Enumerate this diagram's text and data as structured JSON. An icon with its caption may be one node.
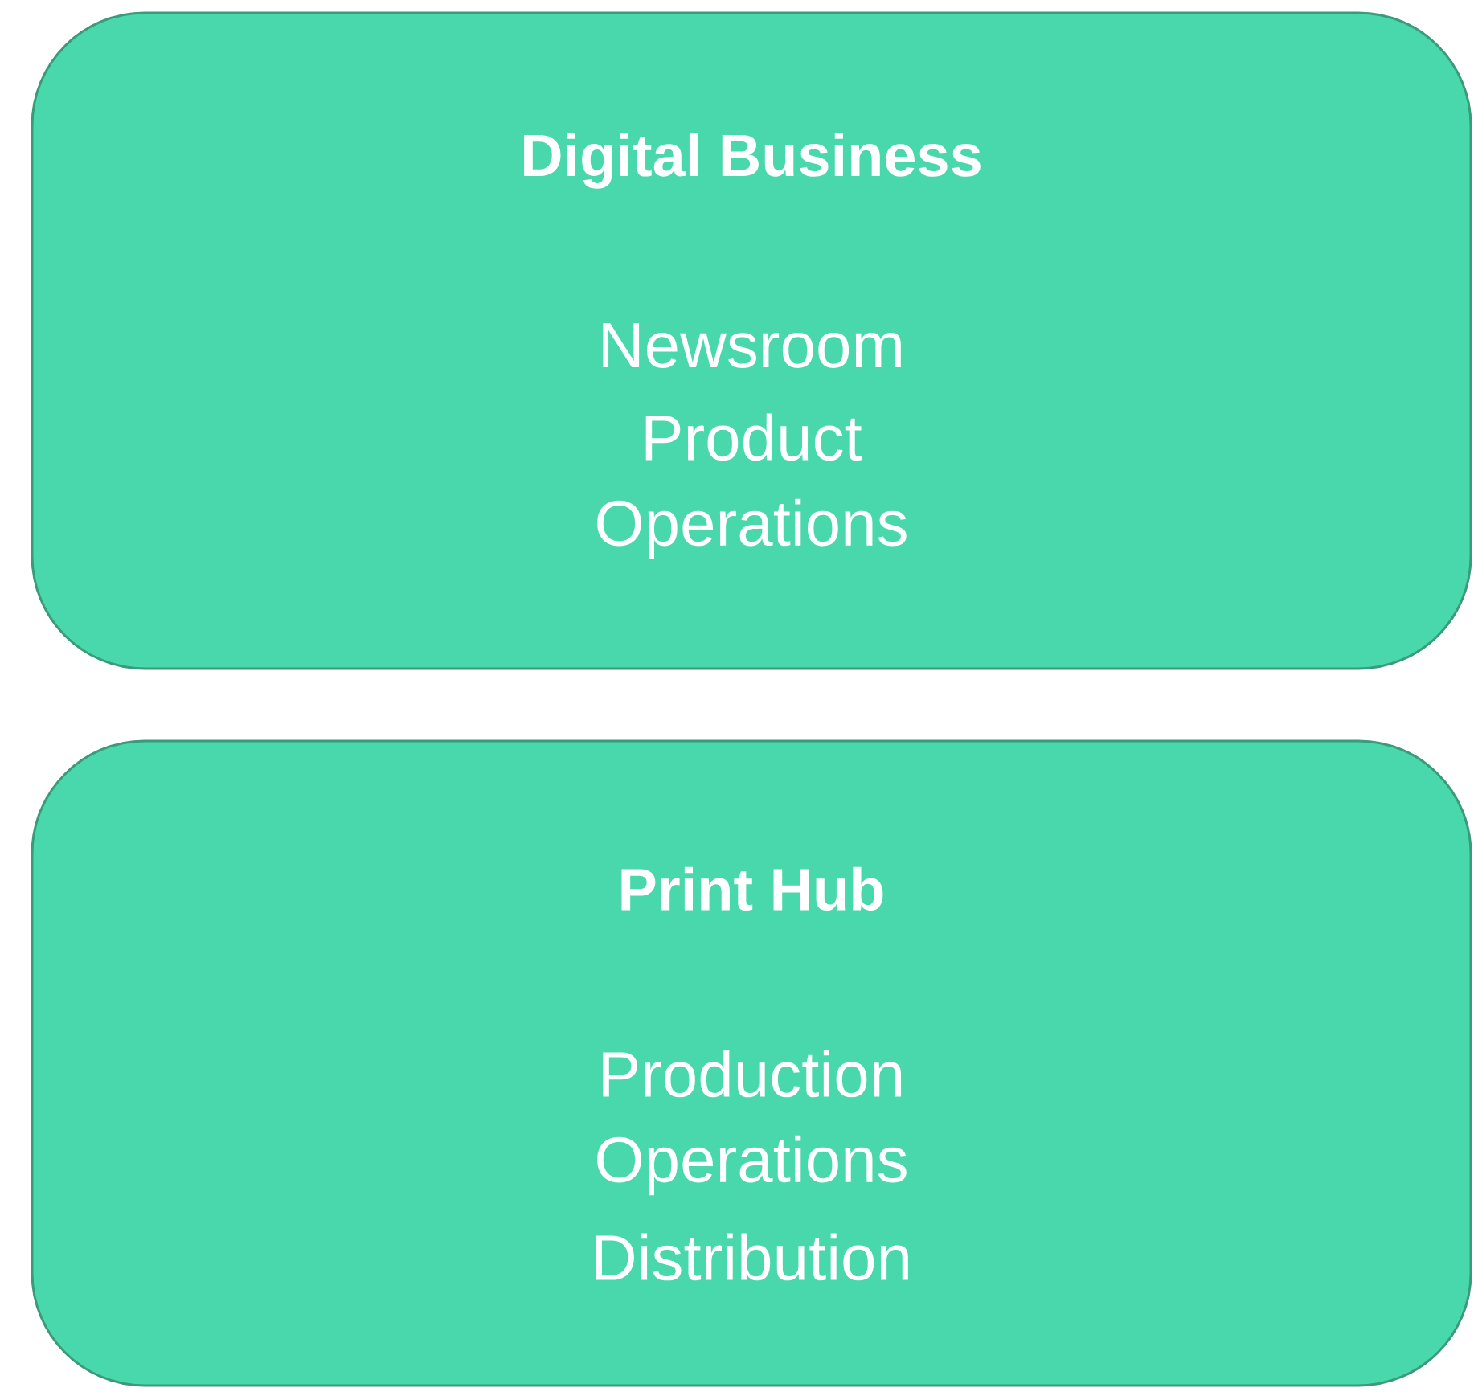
{
  "diagram": {
    "nodes": [
      {
        "text": [
          "Digital Business",
          "Newsroom",
          "Product",
          "Operations"
        ]
      },
      {
        "text": [
          "Print Hub",
          "Production",
          "Operations",
          "Distribution"
        ]
      }
    ]
  }
}
